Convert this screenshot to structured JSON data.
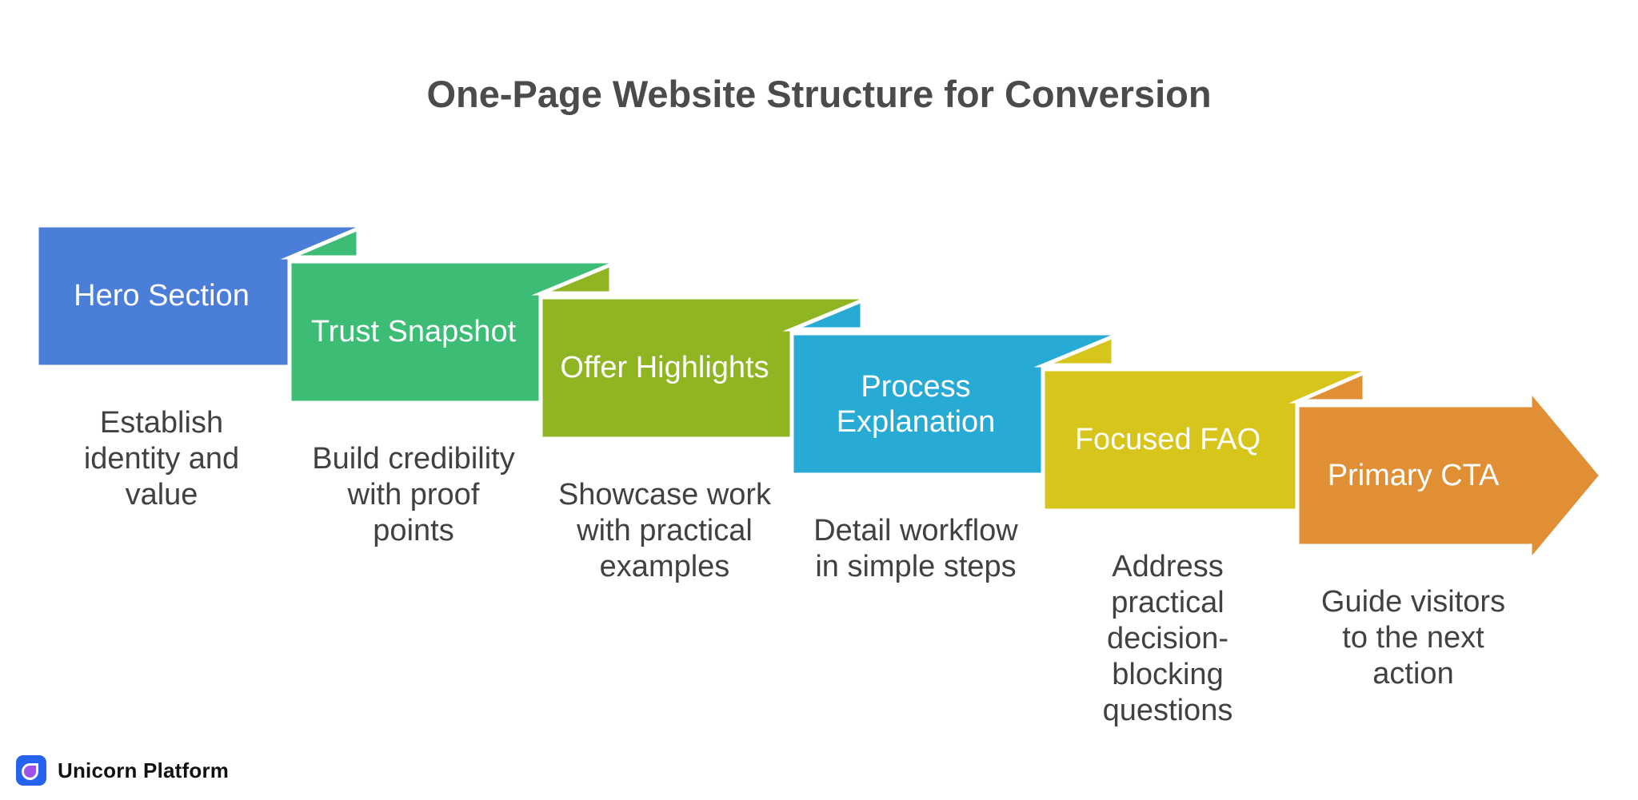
{
  "title": {
    "text": "One-Page Website Structure for Conversion",
    "color": "#4b4b4b"
  },
  "steps": [
    {
      "label": "Hero Section",
      "desc": "Establish\nidentity and\nvalue",
      "color": "#4b7ed9"
    },
    {
      "label": "Trust Snapshot",
      "desc": "Build credibility\nwith proof\npoints",
      "color": "#3cbc74"
    },
    {
      "label": "Offer Highlights",
      "desc": "Showcase work\nwith practical\nexamples",
      "color": "#90b522"
    },
    {
      "label": "Process\nExplanation",
      "desc": "Detail workflow\nin simple steps",
      "color": "#27aad4"
    },
    {
      "label": "Focused FAQ",
      "desc": "Address\npractical\ndecision-\nblocking\nquestions",
      "color": "#d7c51b"
    },
    {
      "label": "Primary CTA",
      "desc": "Guide visitors\nto the next\naction",
      "color": "#e08f35"
    }
  ],
  "text_colors": {
    "step_label": "#ffffff",
    "description": "#414141"
  },
  "separator_color": "#ffffff",
  "footer": {
    "brand": "Unicorn Platform",
    "logo_square_color": "#2563ef",
    "logo_drop_color": "#a050e8"
  }
}
